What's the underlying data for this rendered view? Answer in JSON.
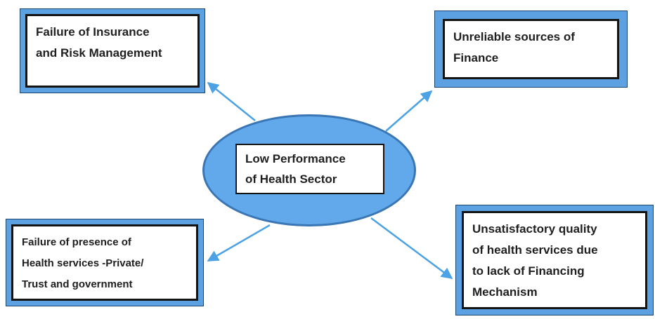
{
  "diagram": {
    "center_node": {
      "lines": [
        "Low Performance",
        "of Health Sector"
      ]
    },
    "nodes": {
      "top_left": {
        "lines": [
          "Failure of Insurance",
          "and Risk Management"
        ]
      },
      "top_right": {
        "lines": [
          "Unreliable sources of",
          "Finance"
        ]
      },
      "bottom_left": {
        "lines": [
          "Failure of presence of",
          "Health services -Private/",
          "Trust and government"
        ]
      },
      "bottom_right": {
        "lines": [
          "Unsatisfactory quality",
          "of health services due",
          "to lack of Financing",
          "Mechanism"
        ]
      }
    },
    "colors": {
      "node-band": "#5ca2e2",
      "node-outline": "#1c4670",
      "inner-border": "#141414",
      "ellipse-fill": "#61a9ea",
      "ellipse-border": "#3a76b4",
      "arrow": "#4ca2e4",
      "text": "#1f1f1f"
    }
  }
}
